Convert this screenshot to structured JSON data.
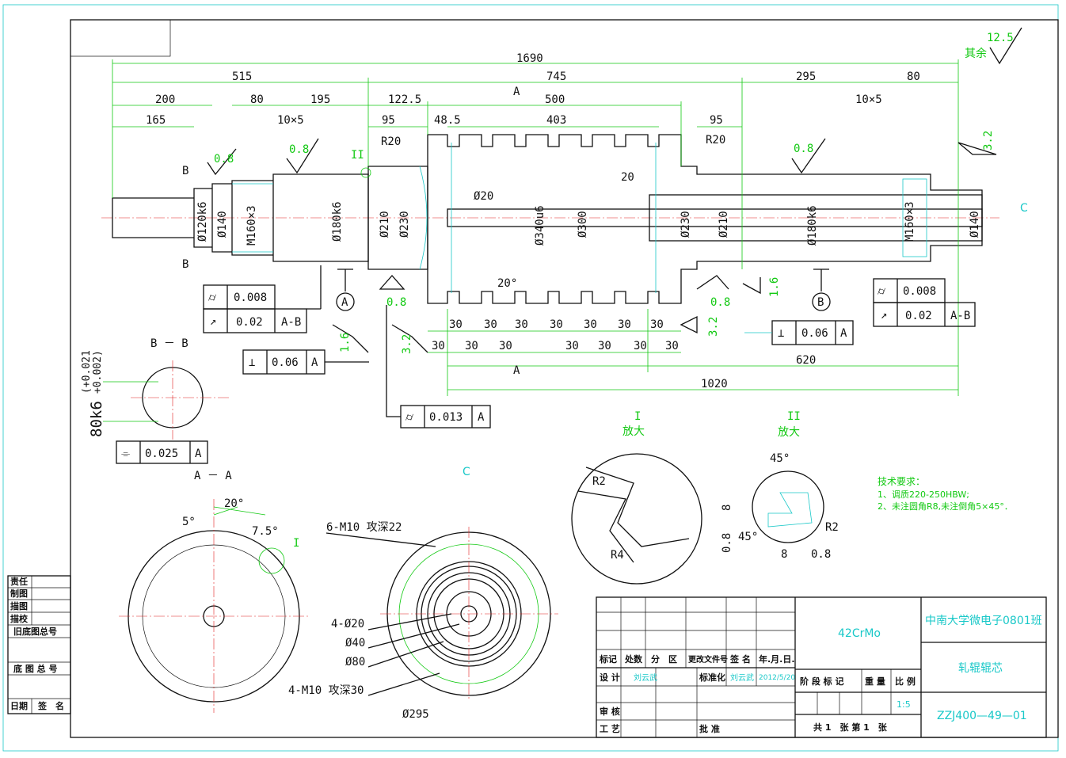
{
  "colors": {
    "line": "#111111",
    "dim": "#12c912",
    "accent": "#19c8c8",
    "center": "#e02020"
  },
  "roughness": {
    "global": "12.5",
    "global_label": "其余",
    "r32": "3.2",
    "r08": "0.8",
    "r16": "1.6"
  },
  "dims_top": {
    "d1690": "1690",
    "d515": "515",
    "d745": "745",
    "d295": "295",
    "d80b": "80",
    "d200": "200",
    "d80": "80",
    "d195": "195",
    "d1225": "122.5",
    "d500": "500",
    "d10x5a": "10×5",
    "d10x5b": "10×5",
    "d165": "165",
    "d95a": "95",
    "d485": "48.5",
    "d403": "403",
    "d95b": "95",
    "r20a": "R20",
    "r20b": "R20",
    "d20": "20",
    "secA": "A",
    "secB": "B",
    "secC": "C",
    "detII": "II"
  },
  "diameters": {
    "d120": "Ø120k6",
    "d140a": "Ø140",
    "m160a": "M160×3",
    "d180a": "Ø180k6",
    "d210a": "Ø210",
    "d230a": "Ø230",
    "d20": "Ø20",
    "d340": "Ø340u6",
    "d300": "Ø300",
    "d230b": "Ø230",
    "d210b": "Ø210",
    "d180b": "Ø180k6",
    "m160b": "M160×3",
    "d140b": "Ø140",
    "ang20": "20°"
  },
  "dims_bottom": {
    "d30": "30",
    "d620": "620",
    "d1020": "1020"
  },
  "datums": {
    "A": "A",
    "B": "B"
  },
  "tolerances": {
    "left": {
      "circ": "0.008",
      "run": "0.02",
      "ref": "A-B"
    },
    "right": {
      "circ": "0.008",
      "run": "0.02",
      "ref": "A-B"
    },
    "perp1": {
      "val": "0.06",
      "ref": "A"
    },
    "perp2": {
      "val": "0.06",
      "ref": "A"
    },
    "circ3": {
      "val": "0.013",
      "ref": "A"
    },
    "sym": {
      "val": "0.025",
      "ref": "A"
    }
  },
  "sections": {
    "bb_title": "B － B",
    "bb_dim": "80k6",
    "bb_tol_up": "(+0.021",
    "bb_tol_lo": "+0.002)",
    "aa_title": "A － A",
    "aa_5": "5°",
    "aa_20": "20°",
    "aa_75": "7.5°",
    "aa_I": "I",
    "c_title": "C",
    "c_holes1": "6-M10 攻深22",
    "c_holes2": "4-Ø20",
    "c_40": "Ø40",
    "c_80": "Ø80",
    "c_holes3": "4-M10 攻深30",
    "c_295": "Ø295"
  },
  "details": {
    "I_title": "I",
    "I_sub": "放大",
    "I_r2": "R2",
    "I_r4": "R4",
    "II_title": "II",
    "II_sub": "放大",
    "II_45a": "45°",
    "II_45b": "45°",
    "II_8a": "8",
    "II_08a": "0.8",
    "II_8b": "8",
    "II_08b": "0.8",
    "II_r2": "R2"
  },
  "tech": {
    "title": "技术要求：",
    "l1": "1、调质220-250HBW;",
    "l2": "2、未注圆角R8,未注倒角5×45°．"
  },
  "sidebar": {
    "s1": "责任",
    "s2": "制图",
    "s3": "描图",
    "s4": "描校",
    "s5": "旧底图总号",
    "s6": "底 图 总 号",
    "s7": "日期",
    "s8": "签　名"
  },
  "title_block": {
    "h1": "标记",
    "h2": "处数",
    "h3": "分　区",
    "h4": "更改文件号",
    "h5": "签 名",
    "h6": "年.月.日.",
    "design": "设 计",
    "designer": "刘云武",
    "standard": "标准化",
    "std_person": "刘云武",
    "date": "2012/5/20",
    "audit": "审 核",
    "craft": "工 艺",
    "approve": "批 准",
    "stage": "阶 段 标 记",
    "weight": "重 量",
    "scale_label": "比 例",
    "scale": "1:5",
    "sheets": "共 1　张 第 1　张",
    "material": "42CrMo",
    "org": "中南大学微电子0801班",
    "part": "轧辊辊芯",
    "code": "ZZJ400—49—01"
  }
}
